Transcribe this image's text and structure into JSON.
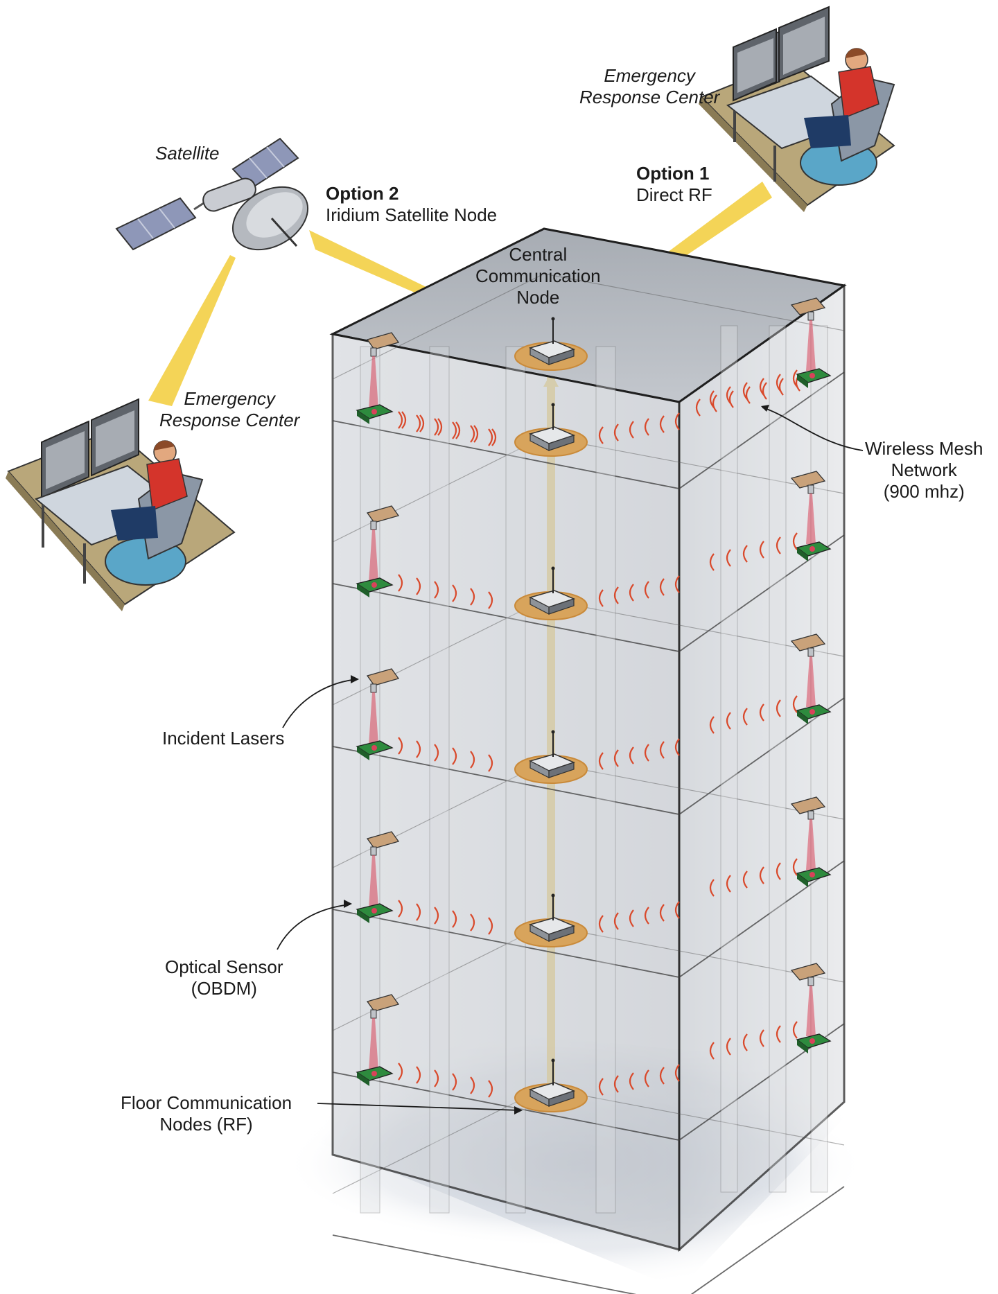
{
  "labels": {
    "satellite": "Satellite",
    "option2_title": "Option 2",
    "option2_sub": "Iridium Satellite Node",
    "option1_title": "Option 1",
    "option1_sub": "Direct RF",
    "erc_top_line1": "Emergency",
    "erc_top_line2": "Response Center",
    "erc_left_line1": "Emergency",
    "erc_left_line2": "Response Center",
    "central_line1": "Central",
    "central_line2": "Communication",
    "central_line3": "Node",
    "mesh_line1": "Wireless Mesh",
    "mesh_line2": "Network",
    "mesh_line3": "(900 mhz)",
    "lasers": "Incident Lasers",
    "optical_line1": "Optical Sensor",
    "optical_line2": "(OBDM)",
    "floor_line1": "Floor Communication",
    "floor_line2": "Nodes (RF)"
  },
  "colors": {
    "beam": "#f2cc3a",
    "wave": "#d9492b",
    "sensor": "#2e8b3e",
    "laser": "#c9a27a",
    "frame": "#1f1f1f",
    "node_ring": "#c98a3a"
  },
  "icons": [
    "satellite-icon",
    "operator-workstation-icon",
    "router-icon",
    "laser-icon",
    "optical-sensor-icon"
  ]
}
